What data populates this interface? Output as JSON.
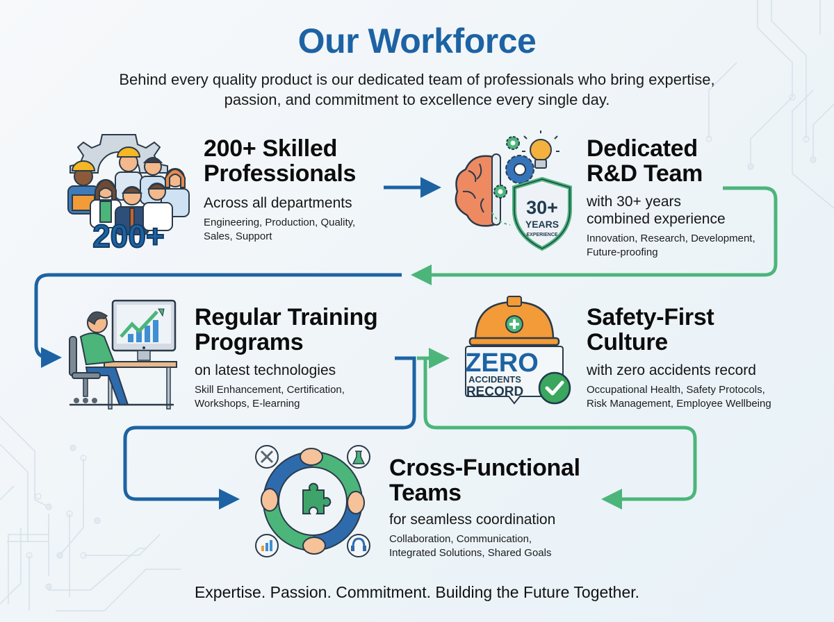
{
  "header": {
    "title": "Our Workforce",
    "subtitle": "Behind every quality product is our dedicated team of professionals who bring expertise, passion, and commitment to excellence every single day."
  },
  "cards": [
    {
      "id": "skilled-professionals",
      "icon": "workforce-group-icon",
      "icon_badge": "200+",
      "title_line1": "200+ Skilled",
      "title_line2": "Professionals",
      "subtitle": "Across all departments",
      "detail_line1": "Engineering, Production, Quality,",
      "detail_line2": "Sales, Support"
    },
    {
      "id": "rnd-team",
      "icon": "brain-gears-lightbulb-icon",
      "icon_badge_number": "30+",
      "icon_badge_unit": "YEARS",
      "icon_badge_label": "EXPERIENCE",
      "title_line1": "Dedicated",
      "title_line2": "R&D Team",
      "subtitle_line1": "with 30+ years",
      "subtitle_line2": "combined experience",
      "detail_line1": "Innovation, Research, Development,",
      "detail_line2": "Future-proofing"
    },
    {
      "id": "training-programs",
      "icon": "person-at-computer-icon",
      "title_line1": "Regular Training",
      "title_line2": "Programs",
      "subtitle": "on latest technologies",
      "detail_line1": "Skill Enhancement, Certification,",
      "detail_line2": "Workshops, E-learning"
    },
    {
      "id": "safety-culture",
      "icon": "hard-hat-badge-icon",
      "icon_badge_big": "ZERO",
      "icon_badge_line1": "ACCIDENTS",
      "icon_badge_line2": "RECORD",
      "title_line1": "Safety-First",
      "title_line2": "Culture",
      "subtitle": "with zero accidents record",
      "detail_line1": "Occupational Health, Safety Protocols,",
      "detail_line2": "Risk Management, Employee Wellbeing"
    },
    {
      "id": "cross-functional",
      "icon": "hands-circle-puzzle-icon",
      "title_line1": "Cross-Functional",
      "title_line2": "Teams",
      "subtitle": "for seamless coordination",
      "detail_line1": "Collaboration, Communication,",
      "detail_line2": "Integrated Solutions, Shared Goals"
    }
  ],
  "footer": {
    "tagline": "Expertise. Passion. Commitment. Building the Future Together."
  },
  "colors": {
    "primary_blue": "#1d63a3",
    "accent_green": "#4cb57a",
    "orange": "#f29b38",
    "text": "#111111",
    "background": "#f2f6f9"
  }
}
